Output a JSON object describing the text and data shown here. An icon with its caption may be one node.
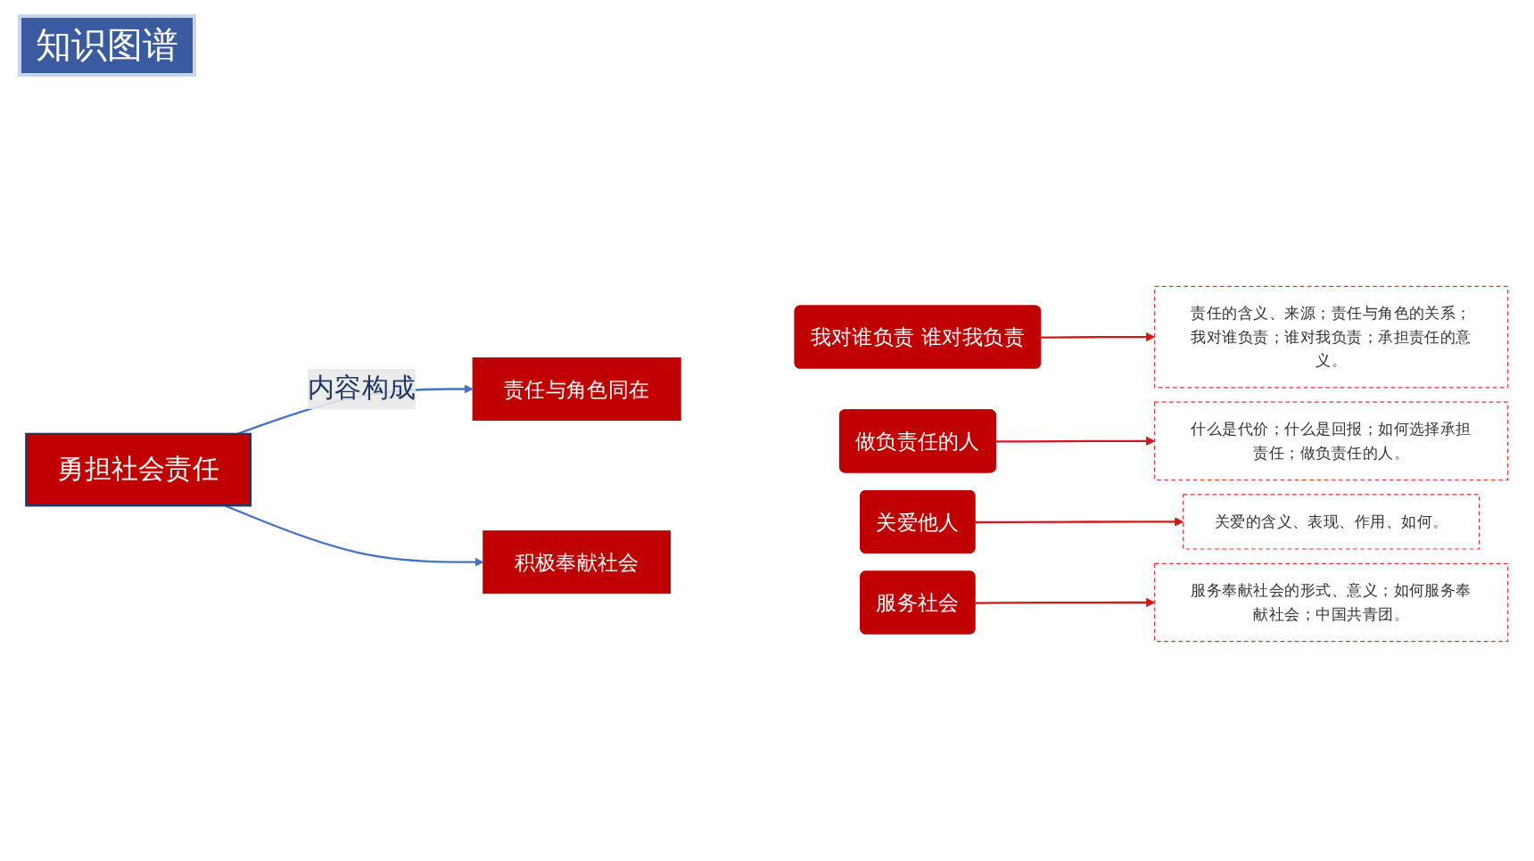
{
  "diagram": {
    "title": "知识图谱",
    "nodes": [
      {
        "text": [
          "勇担社会责任"
        ]
      },
      {
        "text": [
          "责任与角色同在"
        ]
      },
      {
        "text": [
          "积极奉献社会"
        ]
      },
      {
        "text": [
          "我对谁负责 谁对我负责"
        ]
      },
      {
        "text": [
          "做负责任的人"
        ]
      },
      {
        "text": [
          "关爱他人"
        ]
      },
      {
        "text": [
          "服务社会"
        ]
      },
      {
        "text": [
          "责任的含义、来源；责任与角色的关系；我对谁负责；谁对我负责；承担责任的意义。"
        ]
      },
      {
        "text": [
          "什么是代价；什么是回报；如何选择承担责任；做负责任的人。"
        ]
      },
      {
        "text": [
          "关爱的含义、表现、作用、如何。"
        ]
      },
      {
        "text": [
          "服务奉献社会的形式、意义；如何服务奉献社会；中国共青团。"
        ]
      }
    ],
    "edges": [
      {
        "from": 0,
        "to": 1,
        "arrow": "to",
        "label": "内容构成",
        "color": "#4472c4"
      },
      {
        "from": 0,
        "to": 2,
        "arrow": "to",
        "color": "#4472c4"
      },
      {
        "from": 3,
        "to": 7,
        "arrow": "to"
      },
      {
        "from": 4,
        "to": 8,
        "arrow": "to"
      },
      {
        "from": 5,
        "to": 9,
        "arrow": "to"
      },
      {
        "from": 6,
        "to": 10,
        "arrow": "to"
      }
    ]
  }
}
